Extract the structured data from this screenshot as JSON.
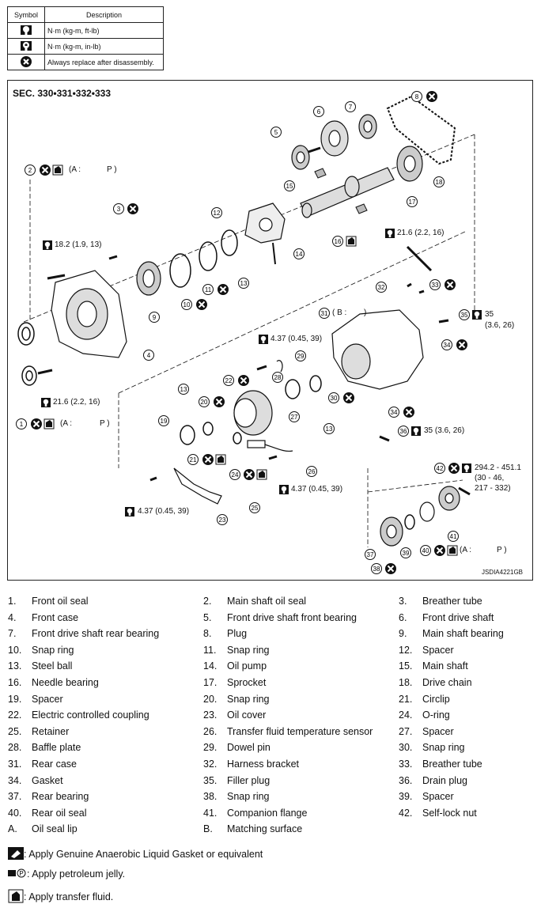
{
  "symbol_table": {
    "header_symbol": "Symbol",
    "header_desc": "Description",
    "rows": [
      {
        "icon": "torque-wrench-icon",
        "desc": "N·m (kg-m, ft-lb)"
      },
      {
        "icon": "torque-wrench-small-icon",
        "desc": "N·m (kg-m, in-lb)"
      },
      {
        "icon": "replace-x-icon",
        "desc": "Always replace after disassembly."
      }
    ]
  },
  "diagram": {
    "section": "SEC. 330•331•332•333",
    "code": "JSDIA4221GB",
    "labels": {
      "l1": "(A :",
      "l1b": "P )",
      "l2": "(A :",
      "l2b": "P )",
      "l31": "( B :",
      "l31b": ")",
      "l41": "(A :",
      "l41b": "P )"
    },
    "torques": {
      "t1": "18.2 (1.9, 13)",
      "t2": "21.6 (2.2, 16)",
      "t3": "21.6 (2.2, 16)",
      "t4": "4.37 (0.45, 39)",
      "t5a": "35",
      "t5b": "(3.6, 26)",
      "t6": "35 (3.6, 26)",
      "t7a": "294.2 - 451.1",
      "t7b": "(30 - 46,",
      "t7c": "217 - 332)",
      "t8": "4.37 (0.45, 39)",
      "t9": "4.37 (0.45, 39)"
    }
  },
  "legend": [
    {
      "n": "1.",
      "t": "Front oil seal"
    },
    {
      "n": "2.",
      "t": "Main shaft oil seal"
    },
    {
      "n": "3.",
      "t": "Breather tube"
    },
    {
      "n": "4.",
      "t": "Front case"
    },
    {
      "n": "5.",
      "t": "Front drive shaft front bearing"
    },
    {
      "n": "6.",
      "t": "Front drive shaft"
    },
    {
      "n": "7.",
      "t": "Front drive shaft rear bearing"
    },
    {
      "n": "8.",
      "t": "Plug"
    },
    {
      "n": "9.",
      "t": "Main shaft bearing"
    },
    {
      "n": "10.",
      "t": "Snap ring"
    },
    {
      "n": "11.",
      "t": "Snap ring"
    },
    {
      "n": "12.",
      "t": "Spacer"
    },
    {
      "n": "13.",
      "t": "Steel ball"
    },
    {
      "n": "14.",
      "t": "Oil pump"
    },
    {
      "n": "15.",
      "t": "Main shaft"
    },
    {
      "n": "16.",
      "t": "Needle bearing"
    },
    {
      "n": "17.",
      "t": "Sprocket"
    },
    {
      "n": "18.",
      "t": "Drive chain"
    },
    {
      "n": "19.",
      "t": "Spacer"
    },
    {
      "n": "20.",
      "t": "Snap ring"
    },
    {
      "n": "21.",
      "t": "Circlip"
    },
    {
      "n": "22.",
      "t": "Electric controlled coupling"
    },
    {
      "n": "23.",
      "t": "Oil cover"
    },
    {
      "n": "24.",
      "t": "O-ring"
    },
    {
      "n": "25.",
      "t": "Retainer"
    },
    {
      "n": "26.",
      "t": "Transfer fluid temperature sensor"
    },
    {
      "n": "27.",
      "t": "Spacer"
    },
    {
      "n": "28.",
      "t": "Baffle plate"
    },
    {
      "n": "29.",
      "t": "Dowel pin"
    },
    {
      "n": "30.",
      "t": "Snap ring"
    },
    {
      "n": "31.",
      "t": "Rear case"
    },
    {
      "n": "32.",
      "t": "Harness bracket"
    },
    {
      "n": "33.",
      "t": "Breather tube"
    },
    {
      "n": "34.",
      "t": "Gasket"
    },
    {
      "n": "35.",
      "t": "Filler plug"
    },
    {
      "n": "36.",
      "t": "Drain plug"
    },
    {
      "n": "37.",
      "t": "Rear bearing"
    },
    {
      "n": "38.",
      "t": "Snap ring"
    },
    {
      "n": "39.",
      "t": "Spacer"
    },
    {
      "n": "40.",
      "t": "Rear oil seal"
    },
    {
      "n": "41.",
      "t": "Companion flange"
    },
    {
      "n": "42.",
      "t": "Self-lock nut"
    },
    {
      "n": "A.",
      "t": "Oil seal lip"
    },
    {
      "n": "B.",
      "t": "Matching surface"
    }
  ],
  "notes": [
    {
      "icon": "liquid-gasket-icon",
      "t": ": Apply Genuine Anaerobic Liquid Gasket or equivalent"
    },
    {
      "icon": "petroleum-jelly-icon",
      "t": ": Apply petroleum jelly."
    },
    {
      "icon": "transfer-fluid-icon",
      "t": ": Apply transfer fluid."
    }
  ]
}
